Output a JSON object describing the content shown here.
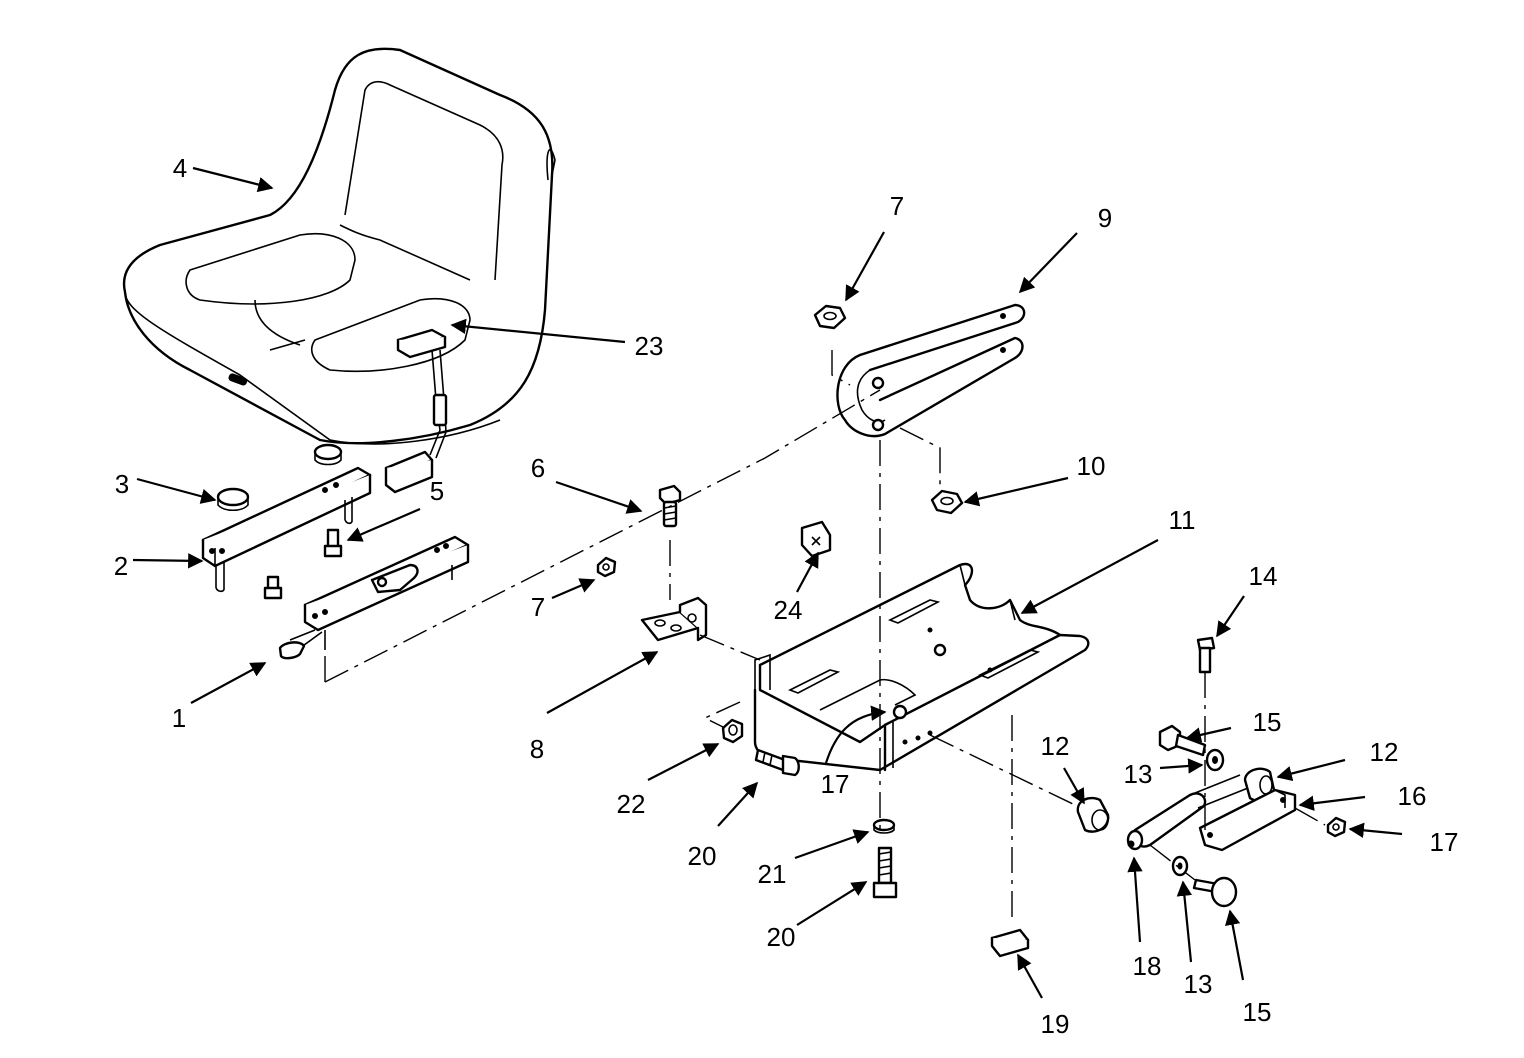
{
  "callouts": [
    {
      "id": "c4",
      "label": "4"
    },
    {
      "id": "c23",
      "label": "23"
    },
    {
      "id": "c3",
      "label": "3"
    },
    {
      "id": "c2",
      "label": "2"
    },
    {
      "id": "c5",
      "label": "5"
    },
    {
      "id": "c1",
      "label": "1"
    },
    {
      "id": "c6",
      "label": "6"
    },
    {
      "id": "c7a",
      "label": "7"
    },
    {
      "id": "c7b",
      "label": "7"
    },
    {
      "id": "c8",
      "label": "8"
    },
    {
      "id": "c9",
      "label": "9"
    },
    {
      "id": "c10",
      "label": "10"
    },
    {
      "id": "c11",
      "label": "11"
    },
    {
      "id": "c24",
      "label": "24"
    },
    {
      "id": "c14",
      "label": "14"
    },
    {
      "id": "c15a",
      "label": "15"
    },
    {
      "id": "c13a",
      "label": "13"
    },
    {
      "id": "c12a",
      "label": "12"
    },
    {
      "id": "c12b",
      "label": "12"
    },
    {
      "id": "c16",
      "label": "16"
    },
    {
      "id": "c17a",
      "label": "17"
    },
    {
      "id": "c17b",
      "label": "17"
    },
    {
      "id": "c22",
      "label": "22"
    },
    {
      "id": "c20a",
      "label": "20"
    },
    {
      "id": "c21",
      "label": "21"
    },
    {
      "id": "c20b",
      "label": "20"
    },
    {
      "id": "c18",
      "label": "18"
    },
    {
      "id": "c13b",
      "label": "13"
    },
    {
      "id": "c15b",
      "label": "15"
    },
    {
      "id": "c19",
      "label": "19"
    }
  ]
}
